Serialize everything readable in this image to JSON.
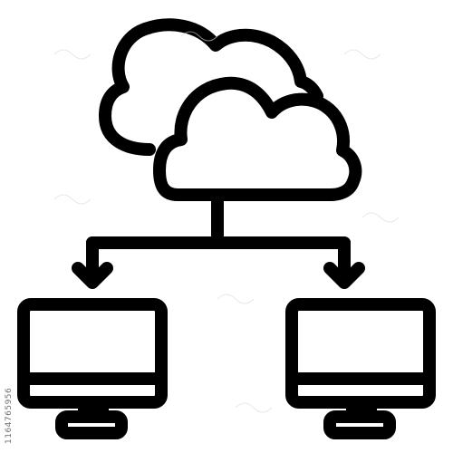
{
  "image": {
    "kind": "icon",
    "style": "outline",
    "stroke_color": "#000000",
    "background": "#ffffff",
    "icons": [
      "cloud-icon",
      "cloud-icon",
      "connector-arrows",
      "monitor-icon",
      "monitor-icon"
    ]
  },
  "stock_id_text": "1164765956"
}
